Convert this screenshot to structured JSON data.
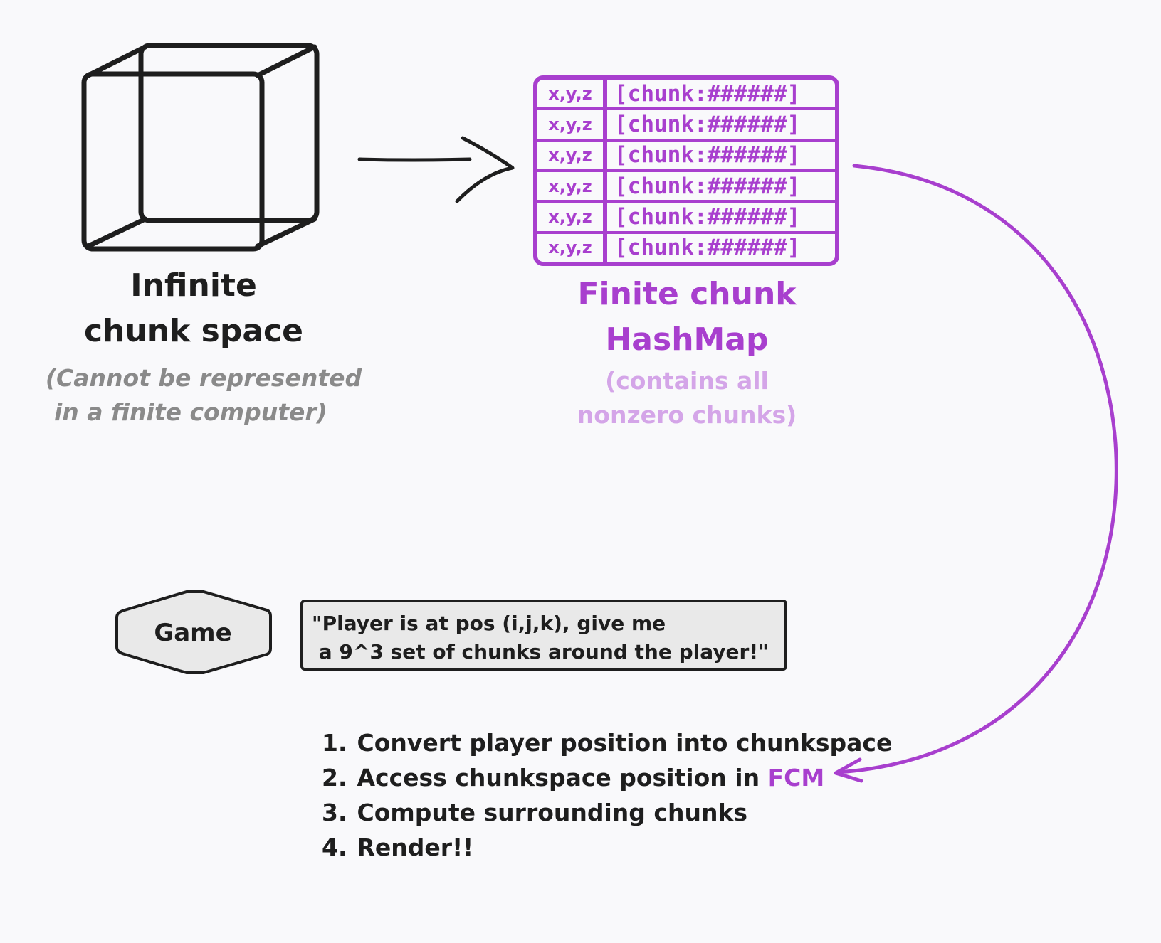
{
  "colors": {
    "accent": "#a83fce",
    "accent_light": "#d4a5e8",
    "ink": "#1e1e1e",
    "gray_text": "#8a8a8a",
    "box_fill": "#e9e9e9",
    "background": "#f9f9fb"
  },
  "infinite_space": {
    "title_line1": "Infinite",
    "title_line2": "chunk space",
    "subtitle_line1": "(Cannot be represented",
    "subtitle_line2": "in a finite computer)",
    "icon": "cube-icon"
  },
  "hashmap": {
    "rows": [
      {
        "key": "x,y,z",
        "value": "[chunk:######]"
      },
      {
        "key": "x,y,z",
        "value": "[chunk:######]"
      },
      {
        "key": "x,y,z",
        "value": "[chunk:######]"
      },
      {
        "key": "x,y,z",
        "value": "[chunk:######]"
      },
      {
        "key": "x,y,z",
        "value": "[chunk:######]"
      },
      {
        "key": "x,y,z",
        "value": "[chunk:######]"
      }
    ],
    "title_line1": "Finite chunk",
    "title_line2": "HashMap",
    "subtitle_line1": "(contains all",
    "subtitle_line2": "nonzero chunks)"
  },
  "game": {
    "label": "Game",
    "request_line1": "\"Player is at pos (i,j,k), give me",
    "request_line2": " a 9^3 set of chunks around the player!\""
  },
  "steps": [
    {
      "num": "1.",
      "text": "Convert player position into chunkspace",
      "highlight": ""
    },
    {
      "num": "2.",
      "text": "Access chunkspace position in ",
      "highlight": "FCM"
    },
    {
      "num": "3.",
      "text": "Compute surrounding chunks",
      "highlight": ""
    },
    {
      "num": "4.",
      "text": "Render!!",
      "highlight": ""
    }
  ]
}
